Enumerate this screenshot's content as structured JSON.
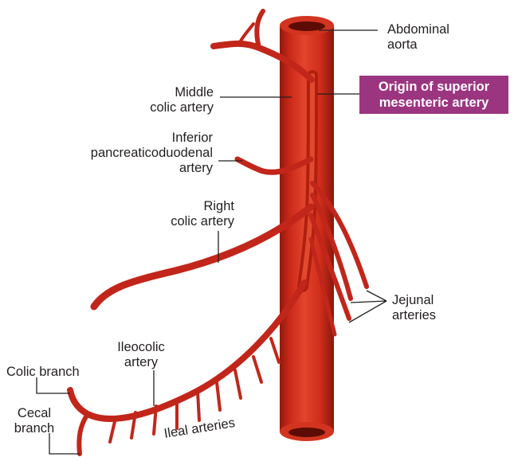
{
  "labels": {
    "abdominal_aorta": "Abdominal\naorta",
    "origin_sma": "Origin of superior\nmesenteric artery",
    "middle_colic": "Middle\ncolic artery",
    "inferior_pancreaticoduodenal": "Inferior\npancreaticoduodenal\nartery",
    "right_colic": "Right\ncolic artery",
    "jejunal": "Jejunal\narteries",
    "ileocolic": "Ileocolic\nartery",
    "colic_branch": "Colic branch",
    "cecal_branch": "Cecal\nbranch",
    "ileal": "Ileal arteries"
  },
  "colors": {
    "artery": "#cc2a1c",
    "artery_dark": "#9e1a10",
    "artery_light": "#e8543c",
    "highlight_bg": "#9b3580",
    "text": "#231f20"
  }
}
